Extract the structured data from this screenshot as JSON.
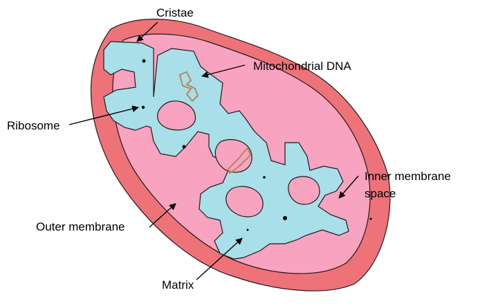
{
  "labels": {
    "cristae": "Cristae",
    "mitochondrial_dna": "Mitochondrial DNA",
    "ribosome": "Ribosome",
    "inner_membrane_space_line1": "Inner membrane",
    "inner_membrane_space_line2": "space",
    "outer_membrane": "Outer membrane",
    "matrix": "Matrix"
  },
  "colors": {
    "outer_membrane": "#ee7379",
    "intermembrane_space": "#f8a3c0",
    "matrix": "#a8dfe8",
    "dna": "#b08a5a",
    "outline": "#1a1a1a",
    "text": "#000000"
  }
}
